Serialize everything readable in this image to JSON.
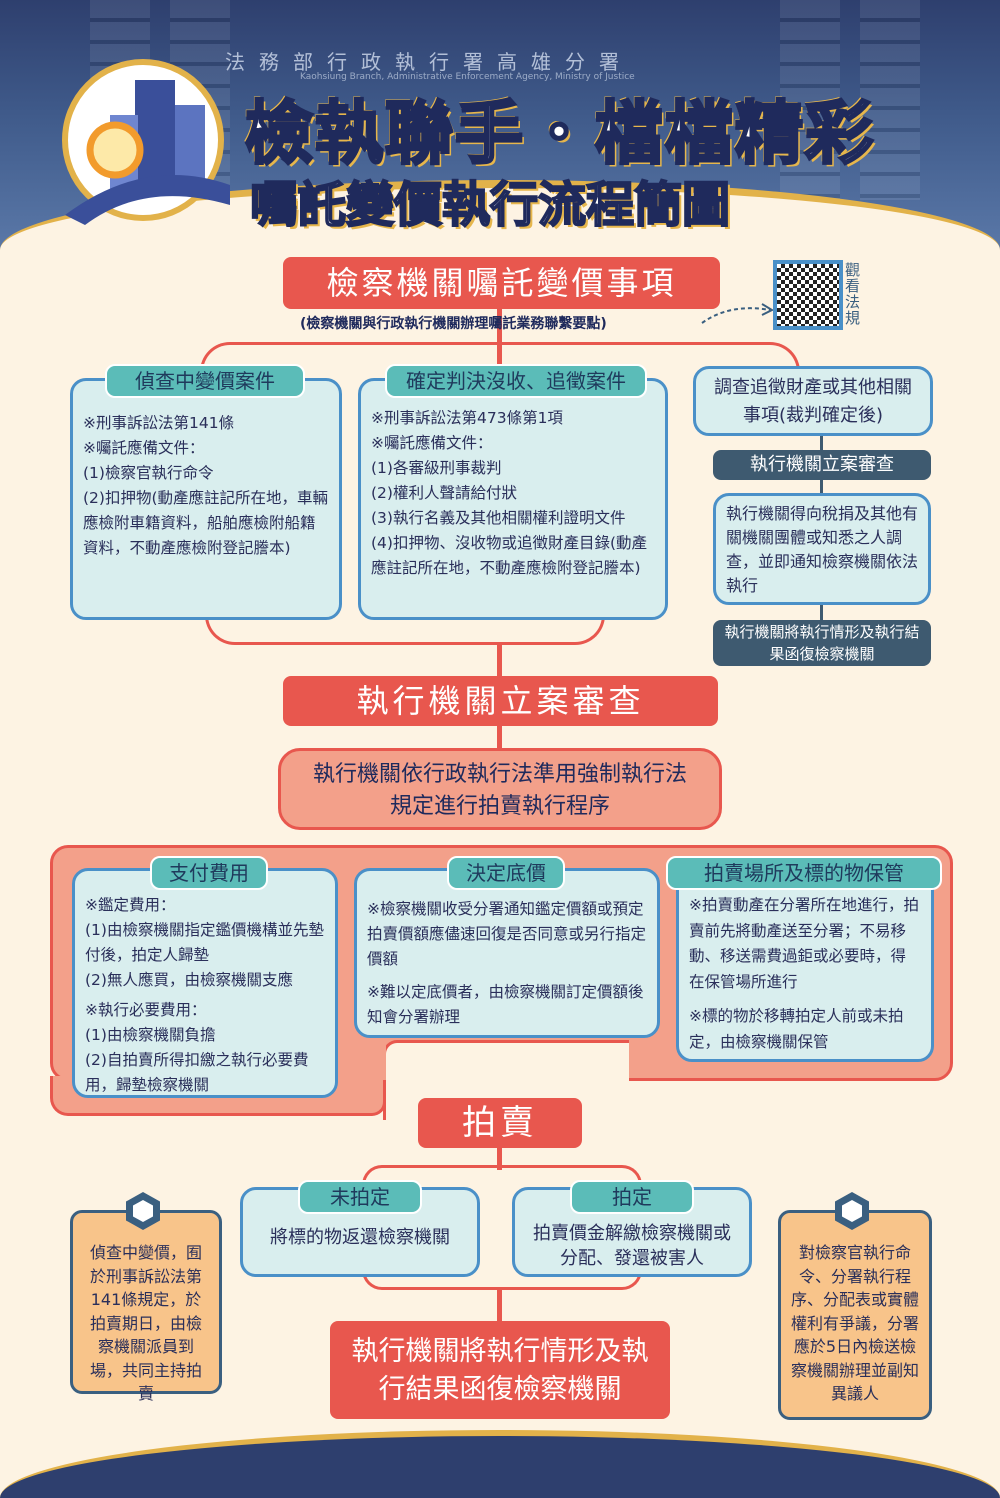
{
  "header": {
    "agency": "法務部行政執行署高雄分署",
    "agency_en": "Kaohsiung Branch, Administrative Enforcement Agency, Ministry of Justice",
    "title": "檢執聯手‧檔檔精彩",
    "subtitle": "囑託變價執行流程簡圖"
  },
  "top": {
    "title": "檢察機關囑託變價事項",
    "subtitle": "(檢察機關與行政執行機關辦理囑託業務聯繫要點)",
    "qr_label": "觀看法規"
  },
  "case1": {
    "tab": "偵查中變價案件",
    "body": "※刑事訴訟法第141條\n※囑託應備文件：\n(1)檢察官執行命令\n(2)扣押物(動產應註記所在地，車輛應檢附車籍資料，船舶應檢附船籍資料，不動產應檢附登記謄本)"
  },
  "case2": {
    "tab": "確定判決沒收、追徵案件",
    "body": "※刑事訴訟法第473條第1項\n※囑託應備文件：\n(1)各審級刑事裁判\n(2)權利人聲請給付狀\n(3)執行名義及其他相關權利證明文件\n(4)扣押物、沒收物或追徵財產目錄(動產應註記所在地，不動產應檢附登記謄本)"
  },
  "case3": {
    "title": "調查追徵財產或其他相關事項(裁判確定後)",
    "review": "執行機關立案審查",
    "body": "執行機關得向稅捐及其他有關機關團體或知悉之人調查，並即通知檢察機關依法執行",
    "reply": "執行機關將執行情形及執行結果函復檢察機關"
  },
  "review": "執行機關立案審查",
  "procedure": "執行機關依行政執行法準用強制執行法規定進行拍賣執行程序",
  "fees": {
    "tab": "支付費用",
    "body1": "※鑑定費用：\n(1)由檢察機關指定鑑價機構並先墊付後，拍定人歸墊\n(2)無人應買，由檢察機關支應",
    "body2": "※執行必要費用：\n(1)由檢察機關負擔\n(2)自拍賣所得扣繳之執行必要費用，歸墊檢察機關"
  },
  "reserve": {
    "tab": "決定底價",
    "body1": "※檢察機關收受分署通知鑑定價額或預定拍賣價額應儘速回復是否同意或另行指定價額",
    "body2": "※難以定底價者，由檢察機關訂定價額後知會分署辦理"
  },
  "venue": {
    "tab": "拍賣場所及標的物保管",
    "body1": "※拍賣動產在分署所在地進行，拍賣前先將動產送至分署；不易移動、移送需費過鉅或必要時，得在保管場所進行",
    "body2": "※標的物於移轉拍定人前或未拍定，由檢察機關保管"
  },
  "auction": "拍賣",
  "unsold": {
    "tab": "未拍定",
    "body": "將標的物返還檢察機關"
  },
  "sold": {
    "tab": "拍定",
    "body": "拍賣價金解繳檢察機關或分配、發還被害人"
  },
  "final": "執行機關將執行情形及執行結果函復檢察機關",
  "note_left": "偵查中變價，囿於刑事訴訟法第141條規定，於拍賣期日，由檢察機關派員到場，共同主持拍賣",
  "note_right": "對檢察官執行命令、分署執行程序、分配表或實體權利有爭議，分署應於5日內檢送檢察機關辦理並副知異議人"
}
